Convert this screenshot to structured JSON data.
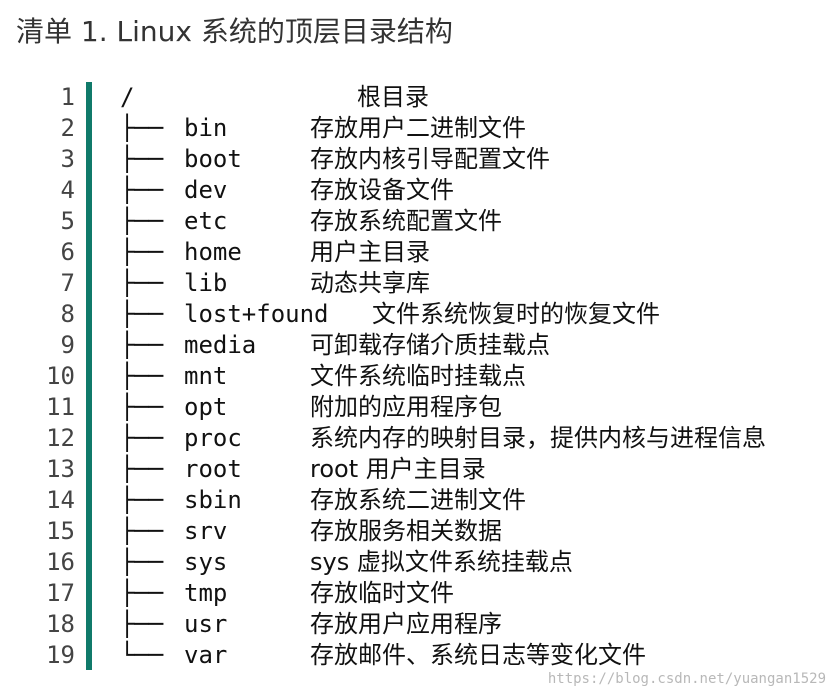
{
  "title": "清单 1. Linux 系统的顶层目录结构",
  "root": {
    "num": "1",
    "path": "/",
    "desc": "根目录"
  },
  "rows": [
    {
      "num": "2",
      "tree": "├──",
      "name": "bin",
      "desc": "存放用户二进制文件"
    },
    {
      "num": "3",
      "tree": "├──",
      "name": "boot",
      "desc": "存放内核引导配置文件"
    },
    {
      "num": "4",
      "tree": "├──",
      "name": "dev",
      "desc": "存放设备文件"
    },
    {
      "num": "5",
      "tree": "├──",
      "name": "etc",
      "desc": "存放系统配置文件"
    },
    {
      "num": "6",
      "tree": "├──",
      "name": "home",
      "desc": "用户主目录"
    },
    {
      "num": "7",
      "tree": "├──",
      "name": "lib",
      "desc": "动态共享库"
    },
    {
      "num": "8",
      "tree": "├──",
      "name": "lost+found",
      "desc": "文件系统恢复时的恢复文件"
    },
    {
      "num": "9",
      "tree": "├──",
      "name": "media",
      "desc": "可卸载存储介质挂载点"
    },
    {
      "num": "10",
      "tree": "├──",
      "name": "mnt",
      "desc": "文件系统临时挂载点"
    },
    {
      "num": "11",
      "tree": "├──",
      "name": "opt",
      "desc": "附加的应用程序包"
    },
    {
      "num": "12",
      "tree": "├──",
      "name": "proc",
      "desc": "系统内存的映射目录，提供内核与进程信息"
    },
    {
      "num": "13",
      "tree": "├──",
      "name": "root",
      "desc": "root 用户主目录"
    },
    {
      "num": "14",
      "tree": "├──",
      "name": "sbin",
      "desc": "存放系统二进制文件"
    },
    {
      "num": "15",
      "tree": "├──",
      "name": "srv",
      "desc": "存放服务相关数据"
    },
    {
      "num": "16",
      "tree": "├──",
      "name": "sys",
      "desc": "sys 虚拟文件系统挂载点"
    },
    {
      "num": "17",
      "tree": "├──",
      "name": "tmp",
      "desc": "存放临时文件"
    },
    {
      "num": "18",
      "tree": "├──",
      "name": "usr",
      "desc": "存放用户应用程序"
    },
    {
      "num": "19",
      "tree": "└──",
      "name": "var",
      "desc": "存放邮件、系统日志等变化文件"
    }
  ],
  "watermark": "https://blog.csdn.net/yuangan1529"
}
